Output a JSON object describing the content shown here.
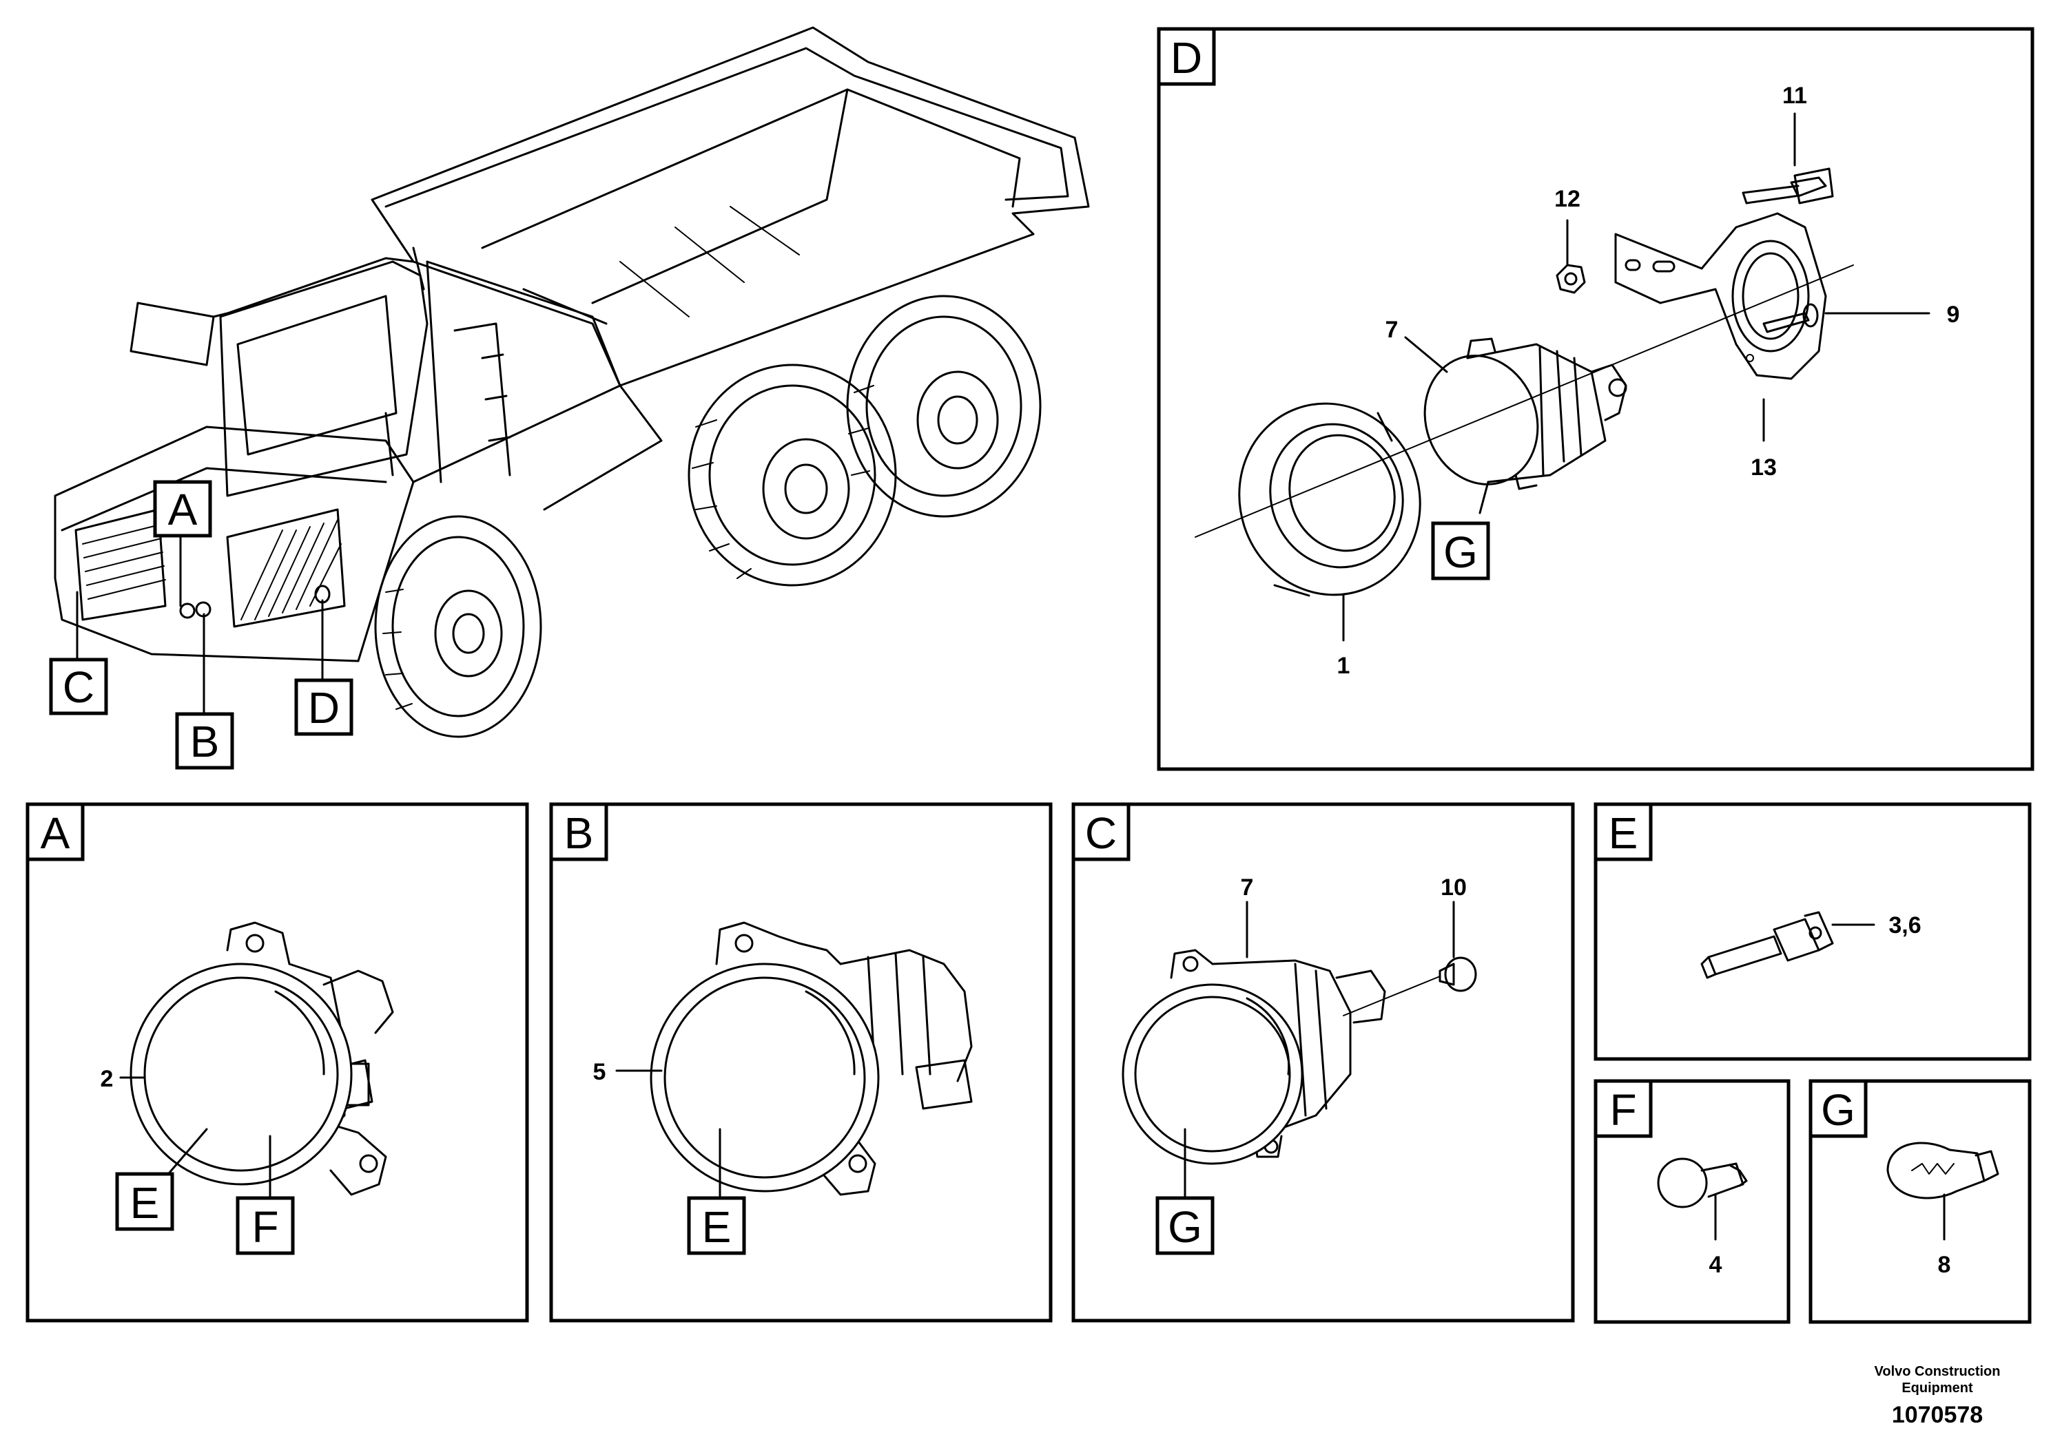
{
  "overview": {
    "callouts": [
      "A",
      "C",
      "B",
      "D"
    ]
  },
  "panels": {
    "D": {
      "letter": "D",
      "part_numbers": [
        "11",
        "12",
        "9",
        "7",
        "13",
        "1"
      ],
      "ref_box": "G"
    },
    "A": {
      "letter": "A",
      "part_numbers": [
        "2"
      ],
      "ref_boxes": [
        "E",
        "F"
      ]
    },
    "B": {
      "letter": "B",
      "part_numbers": [
        "5"
      ],
      "ref_boxes": [
        "E"
      ]
    },
    "C": {
      "letter": "C",
      "part_numbers": [
        "7",
        "10"
      ],
      "ref_boxes": [
        "G"
      ]
    },
    "E": {
      "letter": "E",
      "part_numbers": [
        "3,6"
      ]
    },
    "F": {
      "letter": "F",
      "part_numbers": [
        "4"
      ]
    },
    "G": {
      "letter": "G",
      "part_numbers": [
        "8"
      ]
    }
  },
  "footer": {
    "company": "Volvo Construction Equipment",
    "drawing_number": "1070578"
  }
}
